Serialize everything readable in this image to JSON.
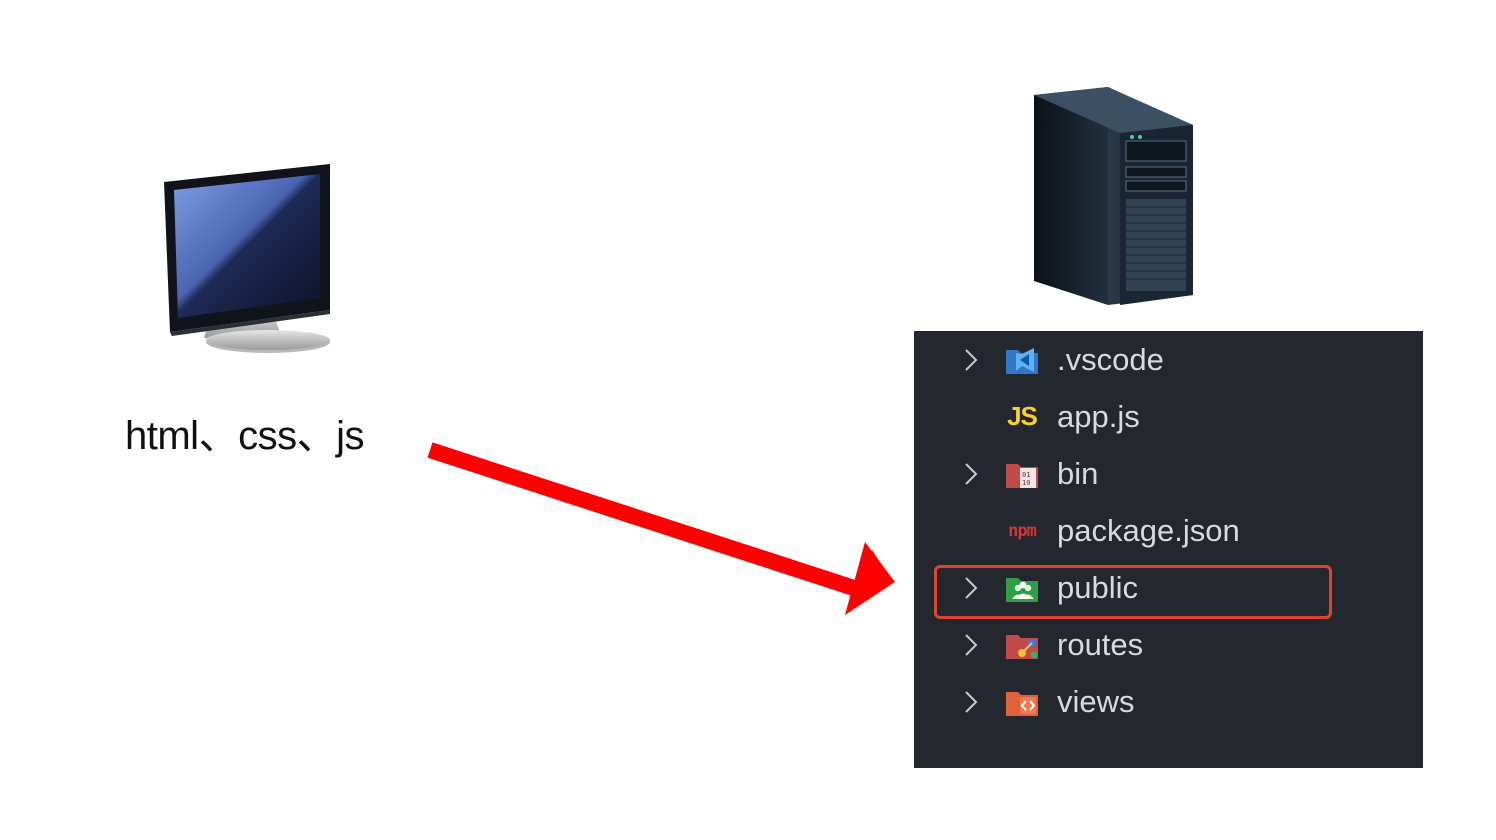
{
  "client": {
    "label": "html、css、js"
  },
  "explorer": {
    "items": [
      {
        "name": ".vscode",
        "type": "folder",
        "icon": "vscode-folder-icon",
        "expandable": true
      },
      {
        "name": "app.js",
        "type": "file",
        "icon": "javascript-file-icon",
        "expandable": false
      },
      {
        "name": "bin",
        "type": "folder",
        "icon": "binary-folder-icon",
        "expandable": true
      },
      {
        "name": "package.json",
        "type": "file",
        "icon": "npm-file-icon",
        "expandable": false
      },
      {
        "name": "public",
        "type": "folder",
        "icon": "public-folder-icon",
        "expandable": true,
        "highlighted": true
      },
      {
        "name": "routes",
        "type": "folder",
        "icon": "routes-folder-icon",
        "expandable": true
      },
      {
        "name": "views",
        "type": "folder",
        "icon": "views-folder-icon",
        "expandable": true
      }
    ],
    "js_badge": "JS",
    "npm_badge": "npm"
  },
  "colors": {
    "arrow": "#ff0000",
    "highlight": "#e0442c",
    "panel_bg": "#24272e",
    "text": "#d7dae0"
  }
}
